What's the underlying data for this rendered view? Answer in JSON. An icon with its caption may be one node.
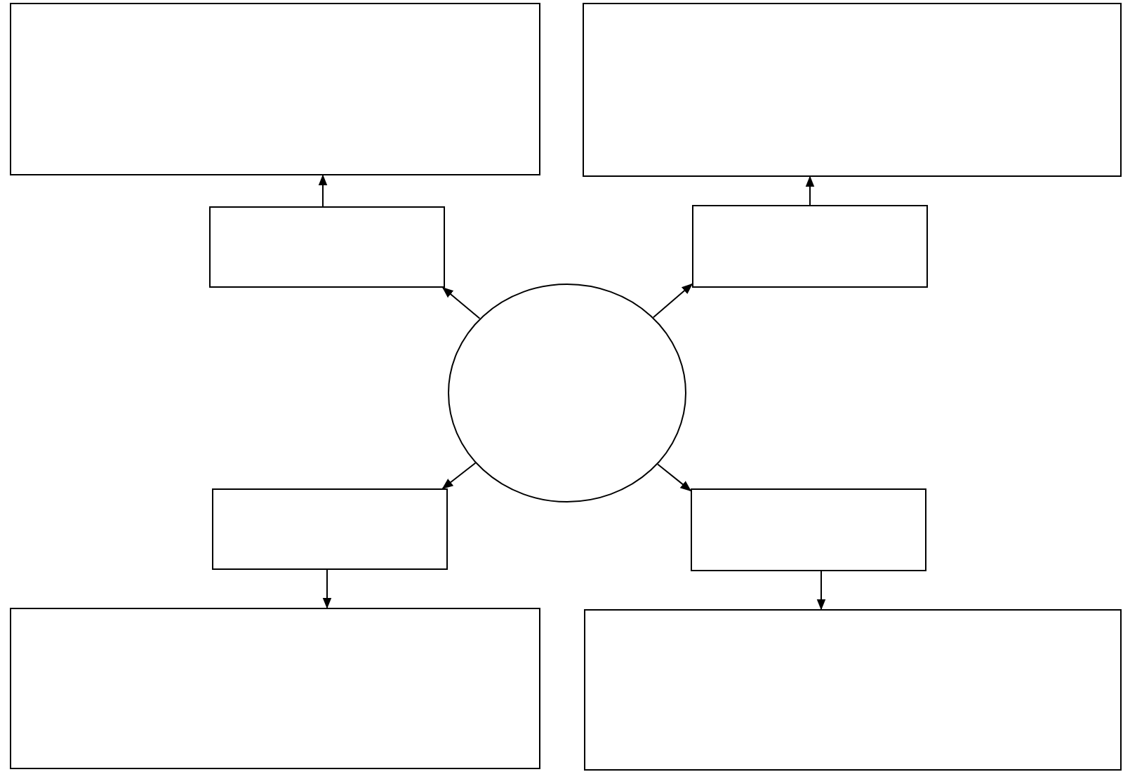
{
  "diagram": {
    "nodes": [
      {
        "text": [],
        "shape": "box"
      },
      {
        "text": [],
        "shape": "box"
      },
      {
        "text": [],
        "shape": "box"
      },
      {
        "text": [],
        "shape": "box"
      },
      {
        "text": [],
        "shape": "circle"
      },
      {
        "text": [],
        "shape": "box"
      },
      {
        "text": [],
        "shape": "box"
      },
      {
        "text": [],
        "shape": "box"
      },
      {
        "text": [],
        "shape": "box"
      }
    ],
    "edges": [
      {
        "from": 4,
        "to": 2,
        "arrow": "to"
      },
      {
        "from": 4,
        "to": 3,
        "arrow": "to"
      },
      {
        "from": 4,
        "to": 5,
        "arrow": "to"
      },
      {
        "from": 4,
        "to": 6,
        "arrow": "to"
      },
      {
        "from": 2,
        "to": 0,
        "arrow": "to"
      },
      {
        "from": 3,
        "to": 1,
        "arrow": "to"
      },
      {
        "from": 5,
        "to": 7,
        "arrow": "to"
      },
      {
        "from": 6,
        "to": 8,
        "arrow": "to"
      }
    ]
  }
}
